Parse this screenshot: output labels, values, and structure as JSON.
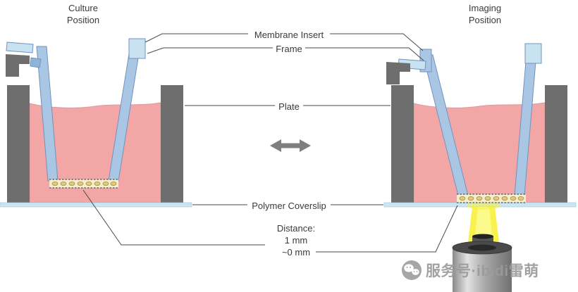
{
  "titles": {
    "culture": "Culture\nPosition",
    "imaging": "Imaging\nPosition"
  },
  "labels": {
    "membrane_insert": "Membrane Insert",
    "frame": "Frame",
    "plate": "Plate",
    "polymer_coverslip": "Polymer Coverslip",
    "distance_heading": "Distance:",
    "distance_culture": "1 mm",
    "distance_imaging": "~0 mm"
  },
  "icons": {
    "swap_arrow": "left-right-arrow-icon",
    "wechat": "wechat-icon"
  },
  "watermark": {
    "text": "服务号·ibidi雷萌"
  },
  "colors": {
    "medium": "#F2A6A6",
    "insert_frame": "#A9C6E4",
    "insert_frame_light": "#C9E2F2",
    "plate": "#6E6E6E",
    "coverslip": "#C9E6F5",
    "membrane": "#F5EDCB",
    "membrane_cells": "#E2C878",
    "light_beam": "#F8EF3B",
    "connector_line": "#4A4A4A",
    "text": "#3A3A3A",
    "watermark": "#9B9B9B"
  }
}
